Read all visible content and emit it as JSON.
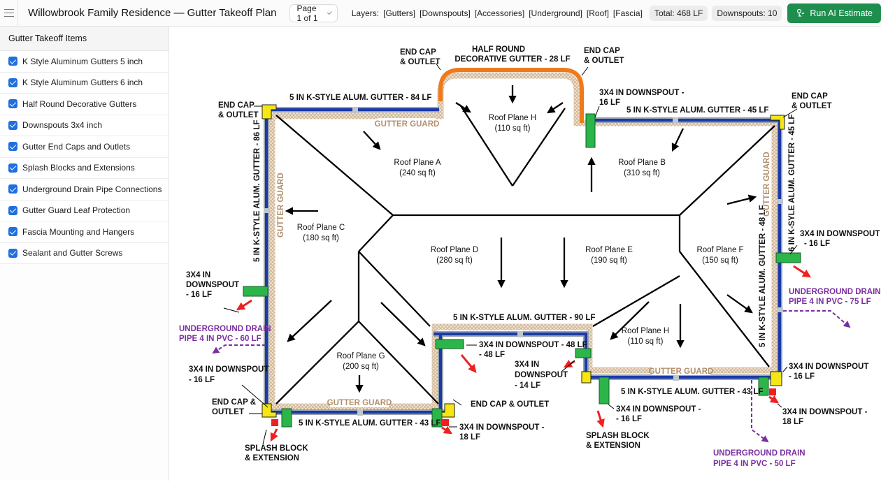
{
  "header": {
    "title": "Willowbrook Family Residence — Gutter Takeoff Plan",
    "page_select": "Page 1 of 1",
    "layers_label": "Layers:",
    "layers": [
      "[Gutters]",
      "[Downspouts]",
      "[Accessories]",
      "[Underground]",
      "[Roof]",
      "[Fascia]"
    ],
    "total_chip": "Total: 468 LF",
    "downspouts_chip": "Downspouts: 10",
    "run_button": "Run AI Estimate",
    "run_button_color": "#1e8e4e"
  },
  "sidebar": {
    "title": "Gutter Takeoff Items",
    "items": [
      {
        "label": "K Style Aluminum Gutters 5 inch",
        "checked": true
      },
      {
        "label": "K Style Aluminum Gutters 6 inch",
        "checked": true
      },
      {
        "label": "Half Round Decorative Gutters",
        "checked": true
      },
      {
        "label": "Downspouts 3x4 inch",
        "checked": true
      },
      {
        "label": "Gutter End Caps and Outlets",
        "checked": true
      },
      {
        "label": "Splash Blocks and Extensions",
        "checked": true
      },
      {
        "label": "Underground Drain Pipe Connections",
        "checked": true
      },
      {
        "label": "Gutter Guard Leaf Protection",
        "checked": true
      },
      {
        "label": "Fascia Mounting and Hangers",
        "checked": true
      },
      {
        "label": "Sealant and Gutter Screws",
        "checked": true
      }
    ]
  },
  "plan": {
    "colors": {
      "gutter": "#1a3aa8",
      "gutter_edge": "#9aa3ad",
      "half_round": "#f07a1a",
      "guard": "#c9ab8a",
      "end_cap": "#f5e614",
      "downspout": "#2bb54a",
      "splash": "#ef2020",
      "underground": "#7a2fa0"
    },
    "gutter_labels": {
      "top_left": "5 IN K-STYLE ALUM. GUTTER - 84 LF",
      "half_round_1": "HALF ROUND",
      "half_round_2": "DECORATIVE GUTTER - 28 LF",
      "top_right": "5 IN K-STYLE ALUM. GUTTER - 45 LF",
      "left": "5 IN K-STYLE ALUM. GUTTER - 86 LF",
      "right_outer": "6 IN K-SYLE ALUM. GUTTER - 45 LF",
      "right_inner": "5 IN K-STYLE ALUM. GUTTER - 48 LF",
      "middle": "5 IN K-STYLE ALUM. GUTTER - 90 LF",
      "bottom_left": "5 IN K-STYLE ALUM. GUTTER - 43 LF",
      "bottom_right": "5 IN K-STYLE ALUM. GUTTER - 43 LF"
    },
    "guard_label": "GUTTER GUARD",
    "roof_planes": [
      {
        "name": "Roof Plane A",
        "area": "(240 sq ft)"
      },
      {
        "name": "Roof Plane B",
        "area": "(310 sq ft)"
      },
      {
        "name": "Roof Plane C",
        "area": "(180 sq ft)"
      },
      {
        "name": "Roof Plane D",
        "area": "(280 sq ft)"
      },
      {
        "name": "Roof Plane E",
        "area": "(190 sq ft)"
      },
      {
        "name": "Roof Plane F",
        "area": "(150 sq ft)"
      },
      {
        "name": "Roof Plane G",
        "area": "(200 sq ft)"
      },
      {
        "name": "Roof Plane H",
        "area": "(110 sq ft)"
      },
      {
        "name": "Roof Plane H",
        "area": "(110 sq ft)"
      }
    ],
    "callouts": {
      "end_cap_tl_1": "END CAP",
      "end_cap_tl_2": "& OUTLET",
      "end_cap_top_1": "END CAP",
      "end_cap_top_2": "& OUTLET",
      "end_cap_hr_1": "END CAP",
      "end_cap_hr_2": "& OUTLET",
      "end_cap_tr_1": "END CAP",
      "end_cap_tr_2": "& OUTLET",
      "ds_top_1": "3X4 IN DOWNSPOUT -",
      "ds_top_2": "16 LF",
      "ds_right_1": "3X4 IN DOWNSPOUT",
      "ds_right_2": "- 16 LF",
      "ds_left_1": "3X4 IN",
      "ds_left_2": "DOWNSPOUT",
      "ds_left_3": "- 16 LF",
      "ug_left_1": "UNDERGROUND DRAIN",
      "ug_left_2": "PIPE 4 IN PVC - 60 LF",
      "ug_right_1": "UNDERGROUND DRAIN",
      "ug_right_2": "PIPE 4 IN PVC - 75 LF",
      "ug_bottom_1": "UNDERGROUND DRAIN",
      "ug_bottom_2": "PIPE 4 IN PVC - 50 LF",
      "ds_bl_1": "3X4 IN DOWNSPOUT",
      "ds_bl_2": "- 16 LF",
      "end_cap_bl_1": "END CAP &",
      "end_cap_bl_2": "OUTLET",
      "splash_bl_1": "SPLASH BLOCK",
      "splash_bl_2": "& EXTENSION",
      "ds_mid_1": "3X4 IN DOWNSPOUT - 48 LF",
      "ds_mid_2": "- 48 LF",
      "ds_mid2_1": "3X4 IN",
      "ds_mid2_2": "DOWNSPOUT",
      "ds_mid2_3": "- 14 LF",
      "end_cap_mid": "END CAP & OUTLET",
      "ds_bm_1": "3X4 IN DOWNSPOUT -",
      "ds_bm_2": "18 LF",
      "ds_br1_1": "3X4 IN DOWNSPOUT -",
      "ds_br1_2": "- 16 LF",
      "splash_br_1": "SPLASH BLOCK",
      "splash_br_2": "& EXTENSION",
      "ds_br2_1": "3X4 IN DOWNSPOUT",
      "ds_br2_2": "- 16 LF",
      "ds_br3_1": "3X4 IN DOWNSPOUT -",
      "ds_br3_2": "18 LF"
    }
  }
}
